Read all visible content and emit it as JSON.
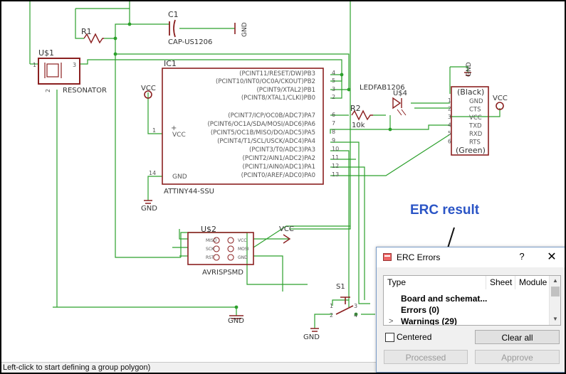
{
  "schematic": {
    "parts": {
      "c1": {
        "name": "C1",
        "value": "CAP-US1206"
      },
      "r1": {
        "name": "R1"
      },
      "r2": {
        "name": "R2",
        "value": "10k"
      },
      "u_resonator": {
        "name": "U$1",
        "value": "RESONATOR"
      },
      "ic1": {
        "name": "IC1",
        "value": "ATTINY44-SSU"
      },
      "led": {
        "name": "LEDFAB1206",
        "ref": "U$4"
      },
      "u2": {
        "name": "U$2",
        "value": "AVRISPSMD"
      },
      "s1": {
        "name": "S1"
      },
      "ftdi_header": {
        "top_label": "(Black)",
        "bottom_label": "(Green)"
      }
    },
    "ic1_pins_right": [
      {
        "name": "(PCINT11/RESET/DW)PB3",
        "num": "4"
      },
      {
        "name": "(PCINT10/INT0/OC0A/CKOUT)PB2",
        "num": "5"
      },
      {
        "name": "(PCINT9/XTAL2)PB1",
        "num": "3"
      },
      {
        "name": "(PCINT8/XTAL1/CLKI)PB0",
        "num": "2"
      },
      {
        "name": "(PCINT7/ICP/OC0B/ADC7)PA7",
        "num": "6"
      },
      {
        "name": "(PCINT6/OC1A/SDA/MOSI/ADC6)PA6",
        "num": "7"
      },
      {
        "name": "(PCINT5/OC1B/MISO/DO/ADC5)PA5",
        "num": "8"
      },
      {
        "name": "(PCINT4/T1/SCL/USCK/ADC4)PA4",
        "num": "9"
      },
      {
        "name": "(PCINT3/T0/ADC3)PA3",
        "num": "10"
      },
      {
        "name": "(PCINT2/AIN1/ADC2)PA2",
        "num": "11"
      },
      {
        "name": "(PCINT1/AIN0/ADC1)PA1",
        "num": "12"
      },
      {
        "name": "(PCINT0/AREF/ADC0)PA0",
        "num": "13"
      }
    ],
    "ic1_pins_left": [
      {
        "name": "VCC",
        "num": "1"
      },
      {
        "name": "GND",
        "num": "14"
      }
    ],
    "header_pins": [
      "GND",
      "CTS",
      "VCC",
      "TXD",
      "RXD",
      "RTS"
    ],
    "header_nums": [
      "1",
      "2",
      "3",
      "4",
      "5",
      "6"
    ],
    "isp_pins_left": [
      "MISO",
      "SCK",
      "RST"
    ],
    "isp_pins_right": [
      "VCC",
      "MOSI",
      "GND"
    ],
    "resonator_pins": [
      "1",
      "3",
      "2"
    ],
    "s1_pins": [
      "2",
      "1",
      "3",
      "4"
    ],
    "supply": {
      "vcc": "VCC",
      "gnd": "GND"
    },
    "plus_sign": "+"
  },
  "callout": {
    "text": "ERC result"
  },
  "status_bar": {
    "text": "Left-click to start defining a group polygon)"
  },
  "erc_dialog": {
    "title": "ERC Errors",
    "help_glyph": "?",
    "close_glyph": "✕",
    "columns": [
      "Type",
      "Sheet",
      "Module"
    ],
    "rows": {
      "board": "Board and schemat...",
      "errors": "Errors (0)",
      "warnings": "Warnings (29)"
    },
    "centered_label": "Centered",
    "buttons": {
      "clear_all": "Clear all",
      "processed": "Processed",
      "approve": "Approve"
    }
  },
  "colors": {
    "wire": "#2ca02c",
    "symbol": "#8b2020",
    "text": "#555555",
    "callout": "#2b55c6"
  }
}
